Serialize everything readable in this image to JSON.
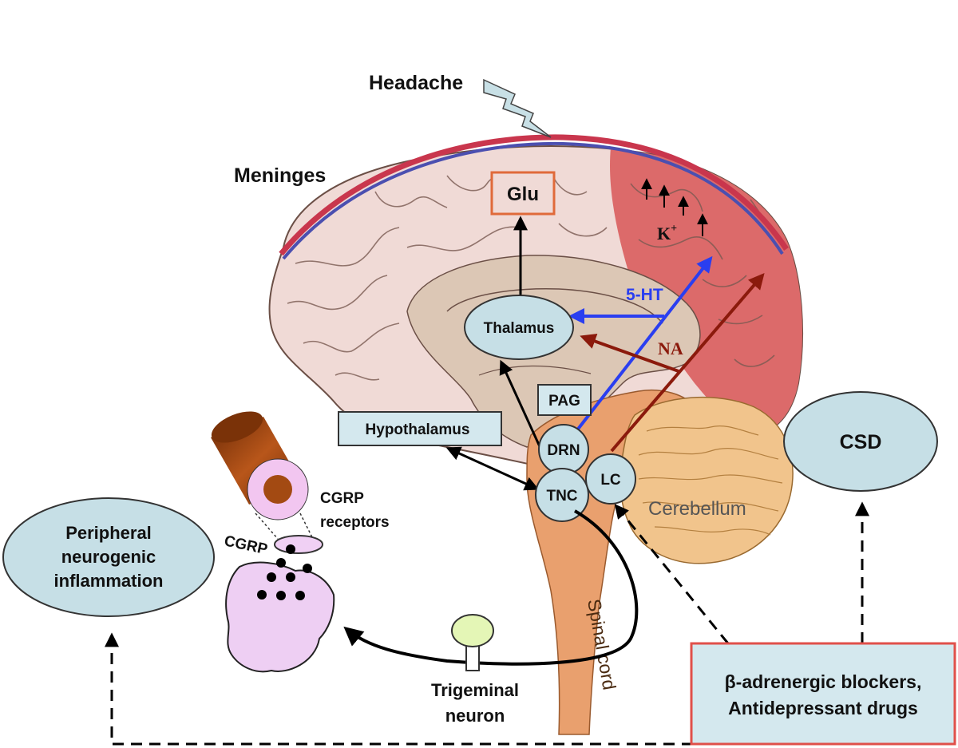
{
  "labels": {
    "headache": "Headache",
    "meninges": "Meninges",
    "glu": "Glu",
    "k_plus": "K",
    "k_plus_sup": "+",
    "five_ht": "5-HT",
    "na": "NA",
    "thalamus": "Thalamus",
    "pag": "PAG",
    "hypothalamus": "Hypothalamus",
    "drn": "DRN",
    "lc": "LC",
    "tnc": "TNC",
    "cerebellum": "Cerebellum",
    "spinal_cord": "Spinal cord",
    "csd": "CSD",
    "cgrp_receptors_1": "CGRP",
    "cgrp_receptors_2": "receptors",
    "cgrp": "CGRP",
    "peripheral_1": "Peripheral",
    "peripheral_2": "neurogenic",
    "peripheral_3": "inflammation",
    "trigeminal_1": "Trigeminal",
    "trigeminal_2": "neuron",
    "drugs_1": "β-adrenergic blockers,",
    "drugs_2": "Antidepressant drugs"
  },
  "colors": {
    "meninges_outer": "#c9364d",
    "meninges_inner": "#4b4fb0",
    "brain_fill": "#f0dad6",
    "csd_region": "#dc6a6a",
    "inner_brain": "#dcc7b5",
    "brainstem": "#e9a06e",
    "cerebellum": "#f1c48c",
    "node_fill": "#c6dfe6",
    "node_box": "#d4e8ee",
    "serotonin_arrow": "#2a3ef0",
    "noradrenaline_arrow": "#8b1a0c",
    "glu_border": "#e06a3a",
    "drug_border": "#e0504a",
    "cgrp_cell": "#eecff3"
  }
}
